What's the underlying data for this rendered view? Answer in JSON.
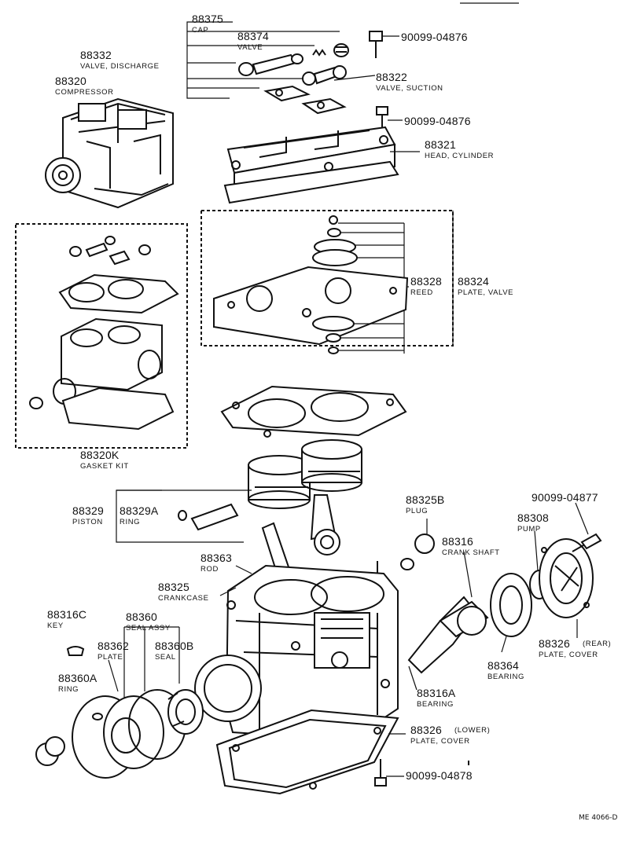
{
  "parts": [
    {
      "key": "cap",
      "number": "88375",
      "name": "CAP"
    },
    {
      "key": "valve",
      "number": "88374",
      "name": "VALVE"
    },
    {
      "key": "valve_discharge",
      "number": "88332",
      "name": "VALVE, DISCHARGE"
    },
    {
      "key": "compressor",
      "number": "88320",
      "name": "COMPRESSOR"
    },
    {
      "key": "valve_suction",
      "number": "88322",
      "name": "VALVE, SUCTION"
    },
    {
      "key": "head_cylinder",
      "number": "88321",
      "name": "HEAD, CYLINDER"
    },
    {
      "key": "reed",
      "number": "88328",
      "name": "REED"
    },
    {
      "key": "plate_valve",
      "number": "88324",
      "name": "PLATE, VALVE"
    },
    {
      "key": "gasket_kit",
      "number": "88320K",
      "name": "GASKET KIT"
    },
    {
      "key": "piston",
      "number": "88329",
      "name": "PISTON"
    },
    {
      "key": "ring_piston",
      "number": "88329A",
      "name": "RING"
    },
    {
      "key": "plug",
      "number": "88325B",
      "name": "PLUG"
    },
    {
      "key": "pump",
      "number": "88308",
      "name": "PUMP"
    },
    {
      "key": "rod",
      "number": "88363",
      "name": "ROD"
    },
    {
      "key": "crank_shaft",
      "number": "88316",
      "name": "CRANK SHAFT"
    },
    {
      "key": "crankcase",
      "number": "88325",
      "name": "CRANKCASE"
    },
    {
      "key": "key",
      "number": "88316C",
      "name": "KEY"
    },
    {
      "key": "seal_assy",
      "number": "88360",
      "name": "SEAL ASSY"
    },
    {
      "key": "plate",
      "number": "88362",
      "name": "PLATE"
    },
    {
      "key": "seal",
      "number": "88360B",
      "name": "SEAL"
    },
    {
      "key": "ring_seal",
      "number": "88360A",
      "name": "RING"
    },
    {
      "key": "bearing_main",
      "number": "88364",
      "name": "BEARING"
    },
    {
      "key": "plate_cover_rear",
      "number": "88326",
      "name": "PLATE, COVER",
      "qualifier": "(REAR)"
    },
    {
      "key": "bearing_front",
      "number": "88316A",
      "name": "BEARING"
    },
    {
      "key": "plate_cover_lower",
      "number": "88326",
      "name": "PLATE, COVER",
      "qualifier": "(LOWER)"
    }
  ],
  "bolts": [
    {
      "key": "bolt_valve",
      "number": "90099-04876"
    },
    {
      "key": "bolt_head",
      "number": "90099-04876"
    },
    {
      "key": "bolt_pump",
      "number": "90099-04877"
    },
    {
      "key": "bolt_lower",
      "number": "90099-04878"
    }
  ],
  "drawing_code": "ME 4066-D"
}
